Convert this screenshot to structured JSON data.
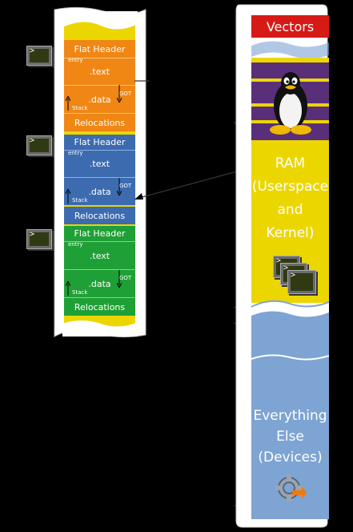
{
  "left_column": {
    "blocks": [
      {
        "header": "Flat Header",
        "entry": "entry",
        "text": ".text",
        "data": ".data",
        "got": "GOT",
        "stack": "Stack",
        "relocations": "Relocations",
        "color": "#f08614"
      },
      {
        "header": "Flat Header",
        "entry": "entry",
        "text": ".text",
        "data": ".data",
        "got": "GOT",
        "stack": "Stack",
        "relocations": "Relocations",
        "color": "#3c6bb0"
      },
      {
        "header": "Flat Header",
        "entry": "entry",
        "text": ".text",
        "data": ".data",
        "got": "GOT",
        "stack": "Stack",
        "relocations": "Relocations",
        "color": "#1fa036"
      }
    ],
    "filler_color": "#ecd600",
    "terminal_prompt": ">"
  },
  "right_column": {
    "vectors": "Vectors",
    "ram_label": "RAM\n(Userspace\nand\nKernel)",
    "ram_lines": [
      "RAM",
      "(Userspace",
      "and",
      "Kernel)"
    ],
    "else_lines": [
      "Everything",
      "Else",
      "(Devices)"
    ],
    "icons": [
      "tux-penguin-icon",
      "terminal-windows-icon",
      "gear-arrow-icon"
    ],
    "colors": {
      "vectors": "#d61a16",
      "ram": "#ecd600",
      "kernel_band": "#5a2f7a",
      "else": "#7da4d3"
    }
  }
}
